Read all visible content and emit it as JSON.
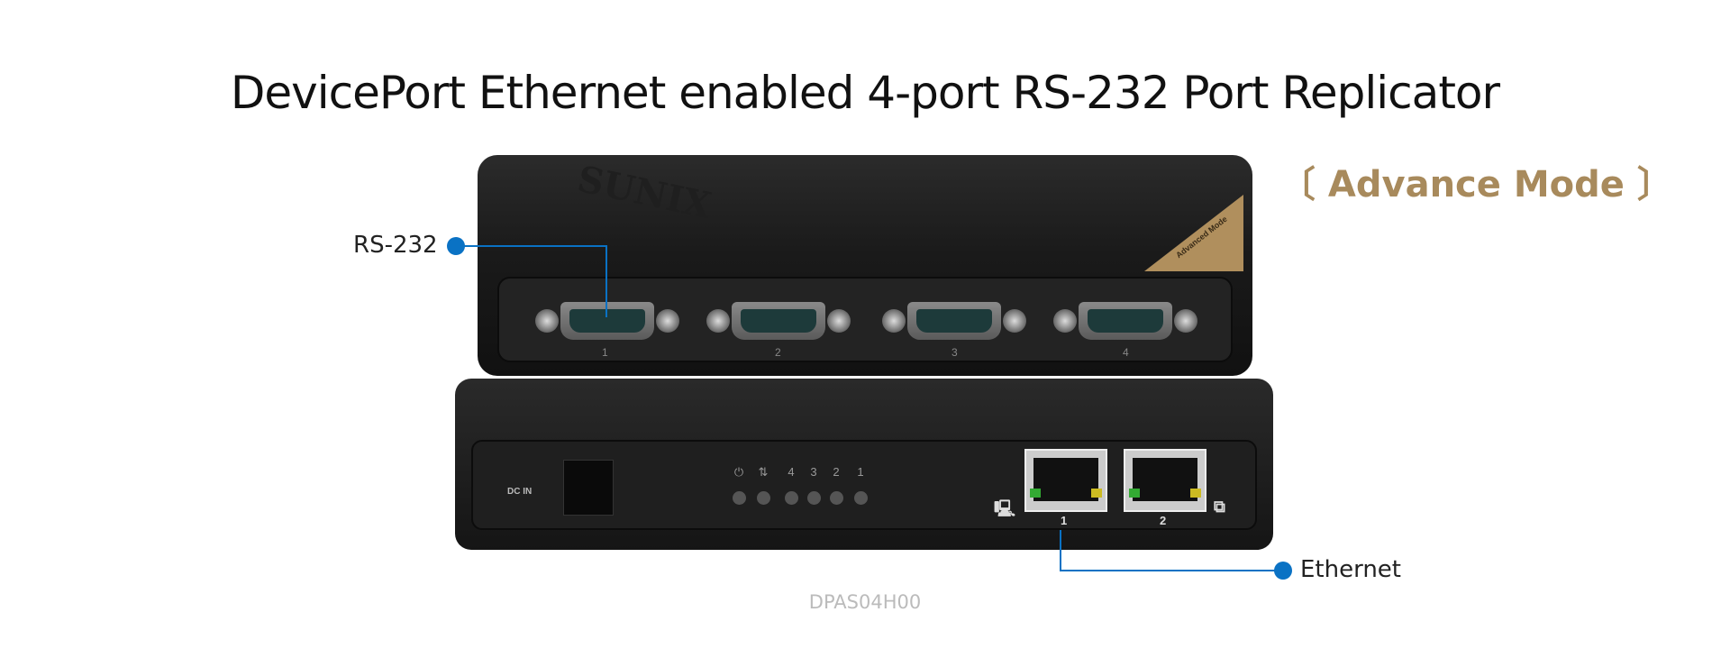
{
  "title": "DevicePort Ethernet enabled 4-port RS-232 Port Replicator",
  "mode_label": "〔 Advance Mode 〕",
  "device": {
    "brand": "SUNIX",
    "badge": "Advanced Mode",
    "serial_ports": [
      "1",
      "2",
      "3",
      "4"
    ],
    "led_labels": [
      "⏻",
      "⇅",
      "4",
      "3",
      "2",
      "1"
    ],
    "ethernet_ports": [
      "1",
      "2"
    ],
    "power_label": "DC IN"
  },
  "callouts": {
    "rs232": "RS-232",
    "ethernet": "Ethernet"
  },
  "model": "DPAS04H00",
  "colors": {
    "accent": "#0a72c4",
    "gold": "#a88a5c"
  }
}
